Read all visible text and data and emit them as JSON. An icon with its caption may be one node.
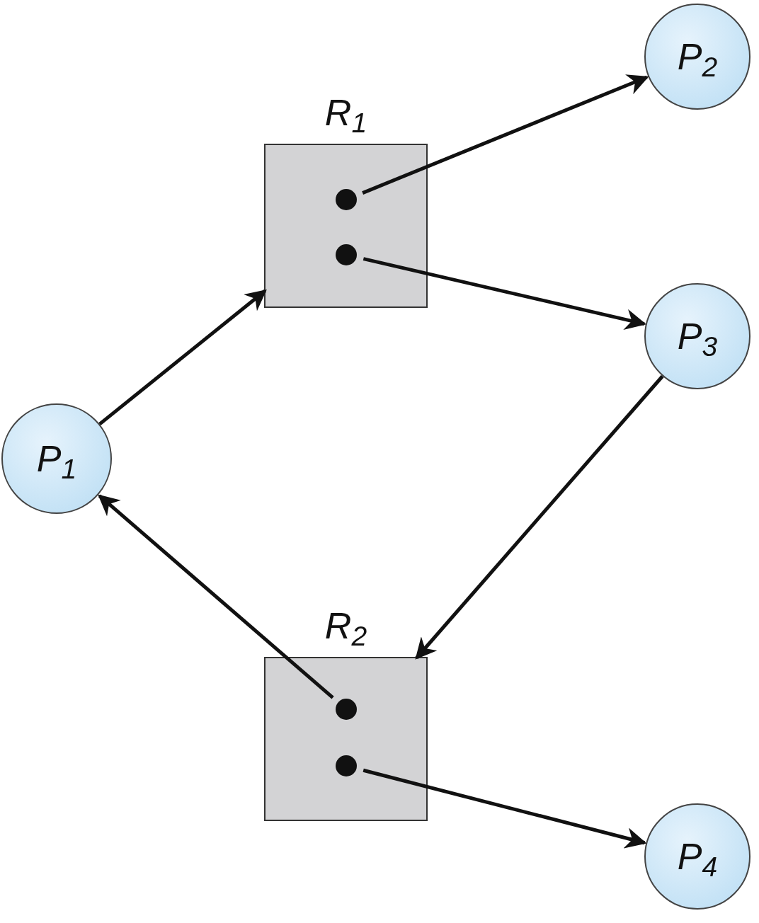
{
  "diagram": {
    "nodes": [
      {
        "text": [
          "R$_{1}$"
        ]
      },
      {
        "text": [],
        "shape": "circle",
        "in": 0
      },
      {
        "text": [],
        "shape": "circle",
        "in": 0
      },
      {
        "text": [
          "R$_{2}$"
        ]
      },
      {
        "text": [],
        "shape": "circle",
        "in": 3
      },
      {
        "text": [],
        "shape": "circle",
        "in": 3
      },
      {
        "text": [
          "P$_{1}$"
        ]
      },
      {
        "text": [
          "P$_{2}$"
        ]
      },
      {
        "text": [
          "P$_{3}$"
        ]
      },
      {
        "text": [
          "P$_{4}$"
        ]
      }
    ],
    "edges": [
      {
        "from": 6,
        "to": 0,
        "arrow": "to"
      },
      {
        "from": 1,
        "to": 7,
        "arrow": "to"
      },
      {
        "from": 2,
        "to": 8,
        "arrow": "to"
      },
      {
        "from": 8,
        "to": 3,
        "arrow": "to"
      },
      {
        "from": 4,
        "to": 6,
        "arrow": "to"
      },
      {
        "from": 5,
        "to": 9,
        "arrow": "to"
      }
    ]
  }
}
